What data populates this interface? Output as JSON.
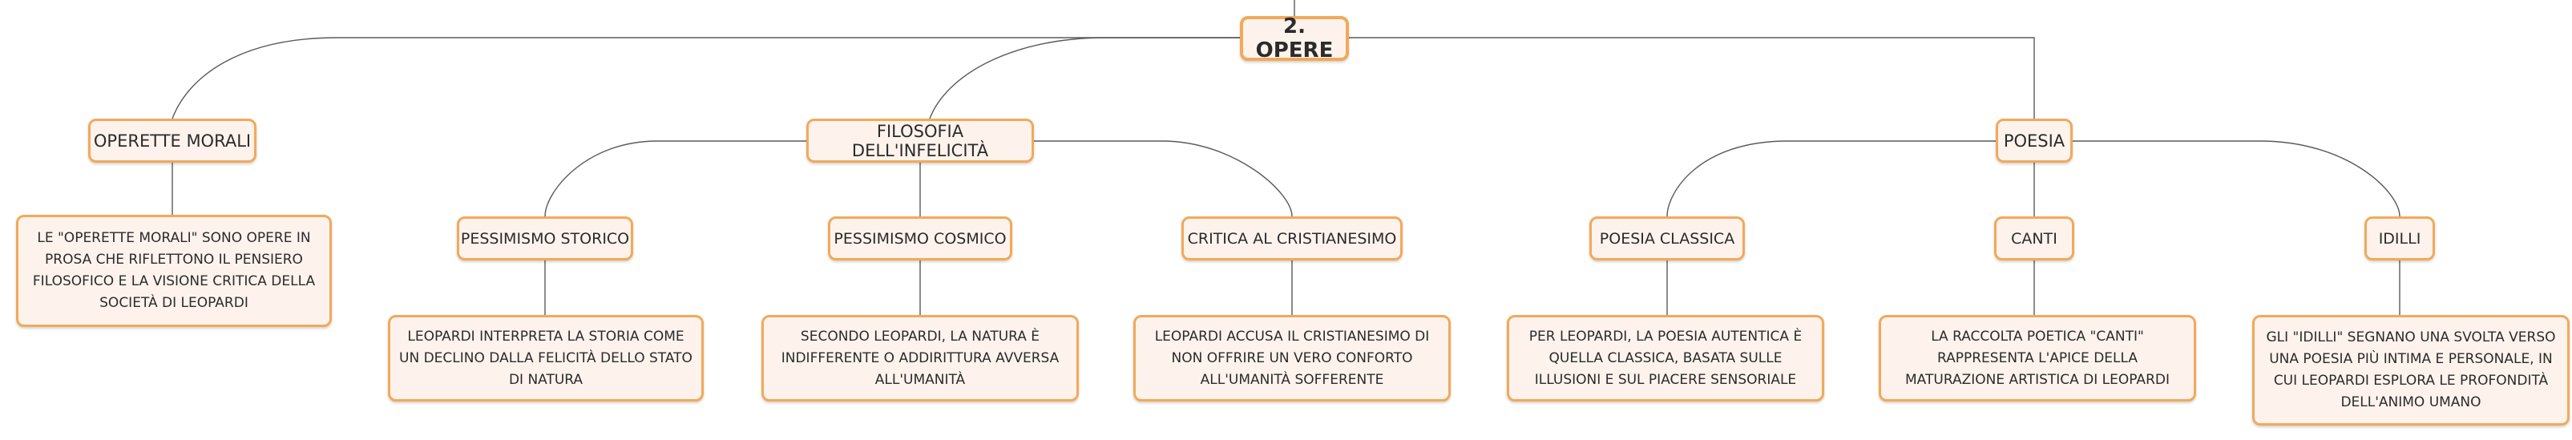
{
  "root": {
    "label": "2. OPERE"
  },
  "operette_morali": {
    "label": "OPERETTE MORALI",
    "description": "LE \"OPERETTE MORALI\" SONO OPERE IN PROSA CHE RIFLETTONO IL PENSIERO FILOSOFICO E LA VISIONE CRITICA DELLA SOCIETÀ DI LEOPARDI"
  },
  "filosofia": {
    "label": "FILOSOFIA DELL'INFELICITÀ",
    "children": [
      {
        "label": "PESSIMISMO STORICO",
        "description": "LEOPARDI INTERPRETA LA STORIA COME UN DECLINO DALLA FELICITÀ DELLO STATO DI NATURA"
      },
      {
        "label": "PESSIMISMO COSMICO",
        "description": "SECONDO LEOPARDI, LA NATURA È INDIFFERENTE O ADDIRITTURA AVVERSA ALL'UMANITÀ"
      },
      {
        "label": "CRITICA AL CRISTIANESIMO",
        "description": "LEOPARDI ACCUSA IL CRISTIANESIMO DI NON OFFRIRE UN VERO CONFORTO ALL'UMANITÀ SOFFERENTE"
      }
    ]
  },
  "poesia": {
    "label": "POESIA",
    "children": [
      {
        "label": "POESIA CLASSICA",
        "description": "PER LEOPARDI, LA POESIA AUTENTICA È QUELLA CLASSICA, BASATA SULLE ILLUSIONI E SUL PIACERE SENSORIALE"
      },
      {
        "label": "CANTI",
        "description": "LA RACCOLTA POETICA \"CANTI\" RAPPRESENTA L'APICE DELLA MATURAZIONE ARTISTICA DI LEOPARDI"
      },
      {
        "label": "IDILLI",
        "description": "GLI \"IDILLI\" SEGNANO UNA SVOLTA VERSO UNA POESIA PIÙ INTIMA E PERSONALE, IN CUI LEOPARDI ESPLORA LE PROFONDITÀ DELL'ANIMO UMANO"
      }
    ]
  },
  "colors": {
    "node_border": "#f2a95a",
    "node_fill": "#fdf3ec",
    "connector": "#5a5a5a"
  }
}
